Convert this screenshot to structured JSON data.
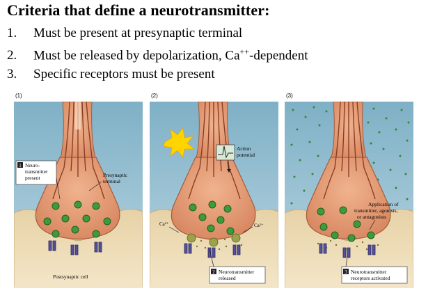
{
  "slide": {
    "title": "Criteria that define a neurotransmitter:",
    "criteria": [
      {
        "number": "1.",
        "text_before": "Must be present at presynaptic terminal",
        "sup": "",
        "text_after": ""
      },
      {
        "number": "2.",
        "text_before": "Must be released by depolarization, Ca",
        "sup": "++",
        "text_after": "-dependent"
      },
      {
        "number": "3.",
        "text_before": "Specific receptors must be present",
        "sup": "",
        "text_after": ""
      }
    ]
  },
  "panels": [
    {
      "number": "(1)",
      "step_badge": "1",
      "step_label_line1": "Neuro-",
      "step_label_line2": "transmitter",
      "step_label_line3": "present",
      "presynaptic_line1": "Presynaptic",
      "presynaptic_line2": "terminal",
      "postsynaptic_label": "Postsynaptic cell"
    },
    {
      "number": "(2)",
      "action_line1": "Action",
      "action_line2": "potential",
      "calcium_left": "Ca²⁺",
      "calcium_right": "Ca²⁺",
      "step_badge": "2",
      "step_label_line1": "Neurotransmitter",
      "step_label_line2": "released"
    },
    {
      "number": "(3)",
      "application_line1": "Application of",
      "application_line2": "transmitter, agonists,",
      "application_line3": "or antagonists",
      "step_badge": "3",
      "step_label_line1": "Neurotransmitter",
      "step_label_line2": "receptors activated"
    }
  ],
  "colors": {
    "sky": "#8fb8cc",
    "terminal": "#e2a07c",
    "postsynaptic": "#dfc89b",
    "vesicle": "#3f9b3a",
    "receptor": "#55509a",
    "burst": "#ffd400"
  }
}
